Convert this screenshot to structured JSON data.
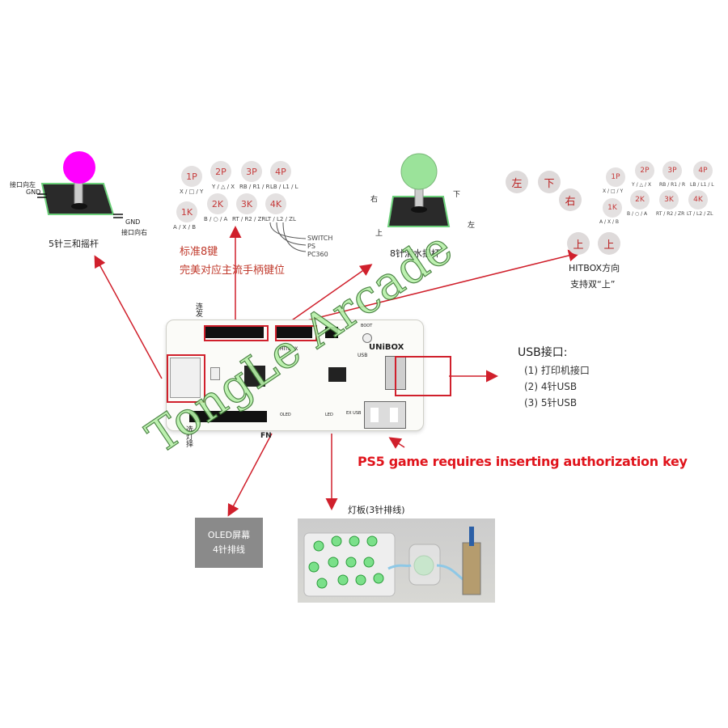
{
  "joystick_left": {
    "top_label": "接口向左",
    "gnd_top": "GND",
    "gnd_bottom": "GND",
    "bottom_label": "接口向右",
    "caption": "5针三和摇杆"
  },
  "button_layout": {
    "buttons": [
      "1P",
      "2P",
      "3P",
      "4P",
      "1K",
      "2K",
      "3K",
      "4K"
    ],
    "labels": [
      "X / □ / Y",
      "Y / △ / X",
      "RB / R1 / R",
      "LB / L1 / L",
      "A / X / B",
      "B / ○ / A",
      "RT / R2 / ZR",
      "LT / L2 / ZL"
    ],
    "platforms": [
      "SWITCH",
      "PS",
      "PC360"
    ],
    "caption_1": "标准8键",
    "caption_2": "完美对应主流手柄键位"
  },
  "joystick_right": {
    "up": "上",
    "down": "下",
    "left": "左",
    "right": "右",
    "caption": "8针清水摇杆"
  },
  "hitbox": {
    "direction_buttons": [
      "左",
      "下",
      "右",
      "上",
      "上"
    ],
    "buttons": [
      "1P",
      "2P",
      "3P",
      "4P",
      "1K",
      "2K",
      "3K",
      "4K"
    ],
    "labels": [
      "X / □ / Y",
      "Y / △ / X",
      "RB / R1 / R",
      "LB / L1 / L",
      "A / X / B",
      "B / ○ / A",
      "RT / R2 / ZR",
      "LT / L2 / ZL"
    ],
    "caption_1": "HITBOX方向",
    "caption_2": "支持双“上”"
  },
  "board": {
    "turbo_label": "连发",
    "select_label": "选灯择",
    "fn_label": "FN",
    "hitbox_label": "HITBOX",
    "logo": "UNiBOX",
    "boot": "BOOT",
    "usb_label": "USB",
    "ex_usb_label": "EX USB",
    "oled_pins": "OLED",
    "led_pins": "LED"
  },
  "usb_info": {
    "title": "USB接口:",
    "items": [
      "(1) 打印机接口",
      "(2) 4针USB",
      "(3) 5针USB"
    ]
  },
  "ps5_note": "PS5 game requires inserting authorization key",
  "oled": {
    "line1": "OLED屏幕",
    "line2": "4针排线"
  },
  "led_board": {
    "caption": "灯板(3针排线)"
  },
  "watermark": "TongLe Arcade",
  "colors": {
    "arrow": "#d0202c",
    "magenta_ball": "#ff00ff",
    "green_ball": "#9be39a",
    "ps5_text": "#e0141c"
  }
}
